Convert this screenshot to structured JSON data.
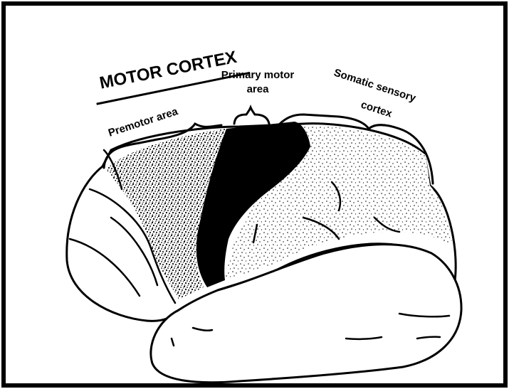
{
  "diagram": {
    "title": "MOTOR CORTEX",
    "labels": {
      "premotor": "Premotor area",
      "primary_line1": "Primary motor",
      "primary_line2": "area",
      "somatic_line1": "Somatic sensory",
      "somatic_line2": "cortex"
    },
    "colors": {
      "ink": "#000000",
      "paper": "#ffffff"
    }
  }
}
